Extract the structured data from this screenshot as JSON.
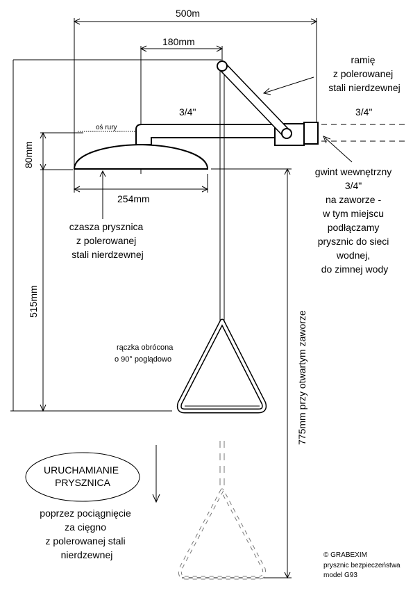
{
  "dimensions": {
    "width_total": "500m",
    "arm_offset": "180mm",
    "bowl_diameter": "254mm",
    "bowl_height": "80mm",
    "handle_height": "515mm",
    "open_valve_height": "775mm przy otwartym zaworze"
  },
  "labels": {
    "pipe_size_left": "3/4\"",
    "pipe_size_right": "3/4\"",
    "pipe_axis": "oś rury",
    "arm": [
      "ramię",
      "z polerowanej",
      "stali nierdzewnej"
    ],
    "bowl": [
      "czasza prysznica",
      "z polerowanej",
      "stali nierdzewnej"
    ],
    "thread": [
      "gwint wewnętrzny",
      "3/4\"",
      "na zaworze -",
      "w tym miejscu",
      "podłączamy",
      "prysznic do sieci",
      "wodnej,",
      "do zimnej wody"
    ],
    "handle_note": [
      "rączka obrócona",
      "o 90°   poglądowo"
    ],
    "activation_title": [
      "URUCHAMIANIE",
      "PRYSZNICA"
    ],
    "activation_desc": [
      "poprzez pociągnięcie",
      "za cięgno",
      "z polerowanej stali",
      "nierdzewnej"
    ],
    "copyright": [
      "© GRABEXIM",
      "prysznic bezpieczeństwa",
      "model G93"
    ]
  }
}
